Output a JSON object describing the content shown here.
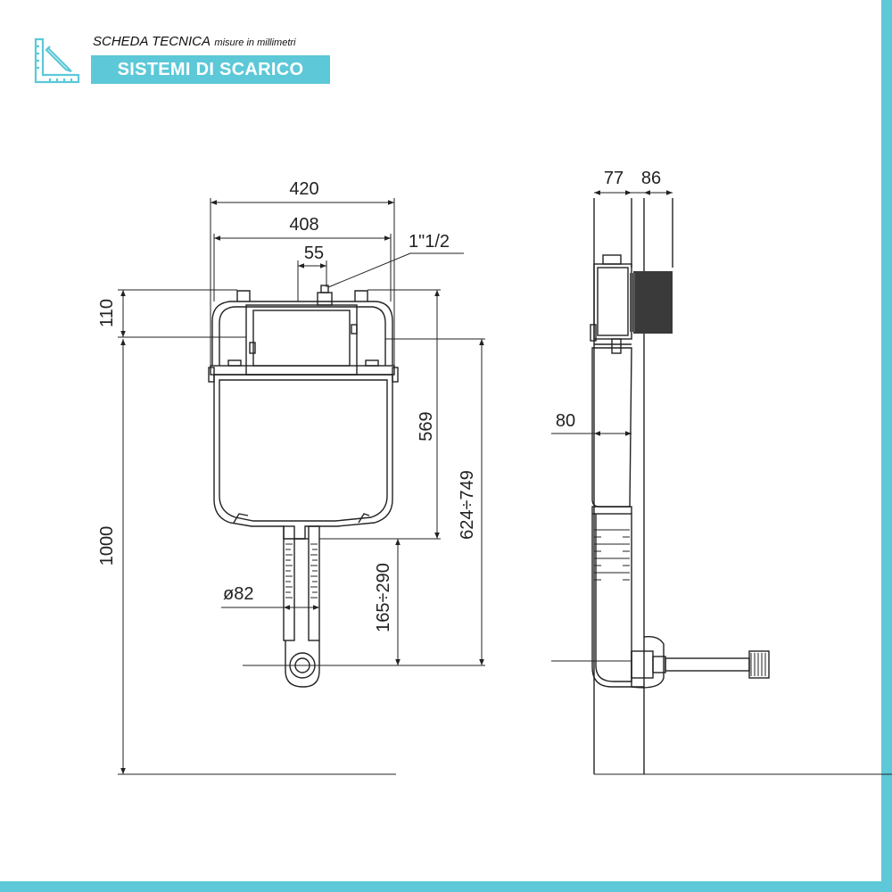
{
  "header": {
    "title": "SCHEDA TECNICA",
    "subtitle": "misure in millimetri",
    "banner": "SISTEMI DI SCARICO",
    "icon": "ruler-pencil-icon",
    "accent_color": "#5cc8d8"
  },
  "dimensions": {
    "front": {
      "width_outer": "420",
      "width_inner": "408",
      "outlet_offset": "55",
      "connection": "1\"1/2",
      "top_height": "110",
      "tank_height": "569",
      "total_height": "1000",
      "flush_range": "624÷749",
      "drain_range": "165÷290",
      "pipe_diameter": "ø82"
    },
    "side": {
      "depth_frame": "77",
      "depth_front": "86",
      "depth_tank": "80"
    }
  }
}
